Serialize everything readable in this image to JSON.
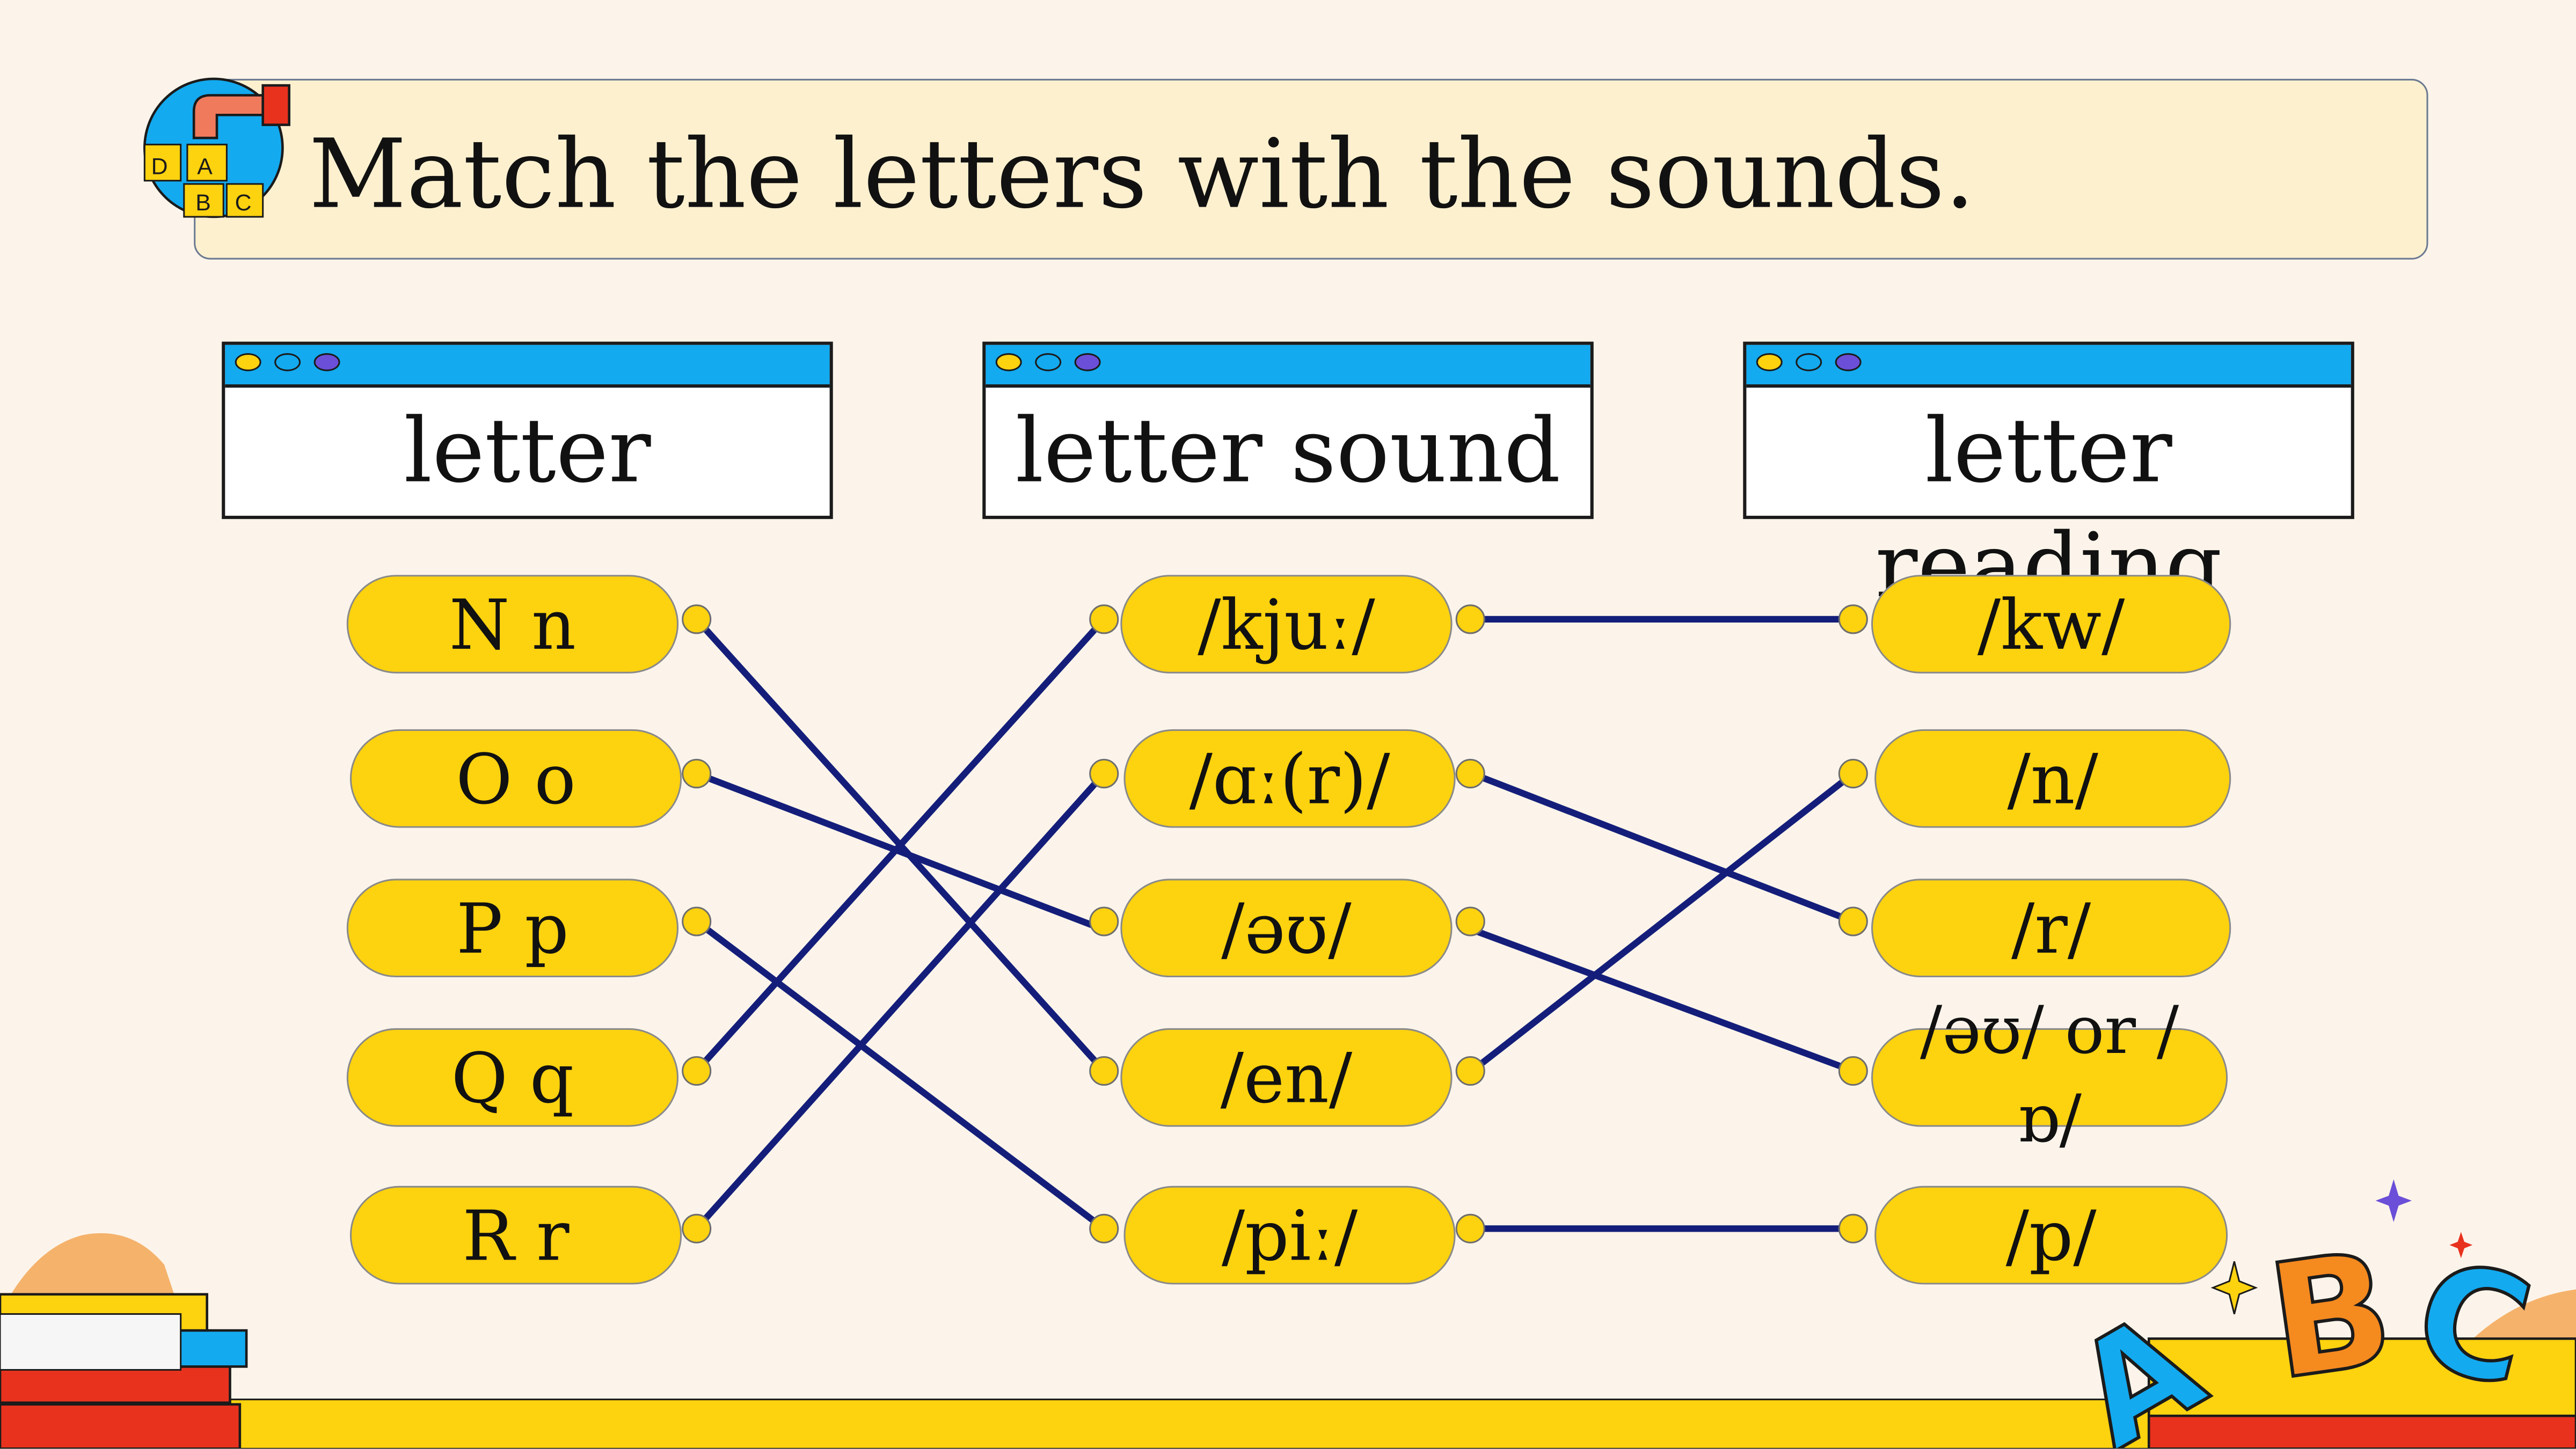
{
  "title": "Match the letters with the sounds.",
  "headers": {
    "letter": "letter",
    "letter_sound": "letter sound",
    "letter_reading": "letter reading"
  },
  "letters": [
    "N n",
    "O o",
    "P p",
    "Q q",
    "R r"
  ],
  "sounds": [
    "/kjuː/",
    "/ɑː(r)/",
    "/əʊ/",
    "/en/",
    "/piː/"
  ],
  "readings": [
    "/kw/",
    "/n/",
    "/r/",
    "/əʊ/ or /ɒ/",
    "/p/"
  ],
  "decor": {
    "blocks_letters": [
      "A",
      "B",
      "C",
      "D"
    ],
    "abc_letters": [
      "A",
      "B",
      "C"
    ]
  },
  "colors": {
    "background": "#fcf4ea",
    "pill": "#fdd20f",
    "line": "#141e7a",
    "header_bar": "#13aaf0",
    "title_bar": "#fdf0cf"
  }
}
